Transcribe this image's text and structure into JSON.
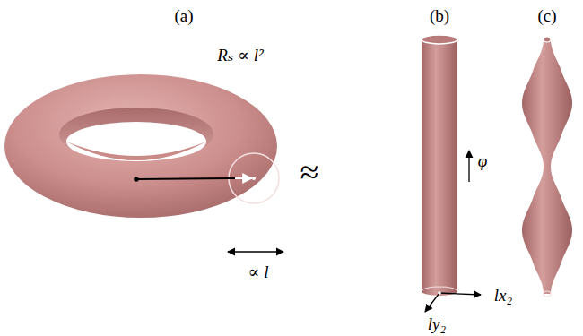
{
  "diagram": {
    "labels": [
      "(a)",
      "(b)",
      "(c)",
      "Rₛ ∝ l²",
      "∝ l",
      "≈",
      "φ",
      "lx₂",
      "ly₂"
    ]
  }
}
